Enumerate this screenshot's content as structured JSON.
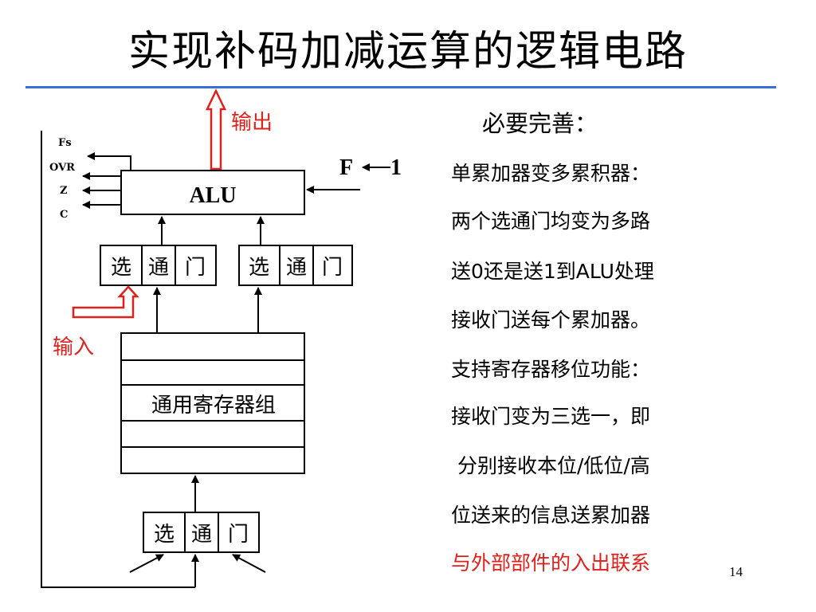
{
  "title": "实现补码加减运算的逻辑电路",
  "diagram": {
    "output_label": "输出",
    "input_label": "输入",
    "alu_label": "ALU",
    "flags": [
      "Fs",
      "OVR",
      "Z",
      "C"
    ],
    "f_label": "F",
    "one_label": "1",
    "gate_parts": [
      "选",
      "通",
      "门"
    ],
    "register_label": "通用寄存器组"
  },
  "right_panel": {
    "heading": "必要完善：",
    "lines": [
      "单累加器变多累积器：",
      "两个选通门均变为多路",
      "送0还是送1到ALU处理",
      "接收门送每个累加器。",
      "支持寄存器移位功能：",
      "接收门变为三选一，即",
      " 分别接收本位/低位/高",
      "位送来的信息送累加器",
      "与外部部件的入出联系"
    ]
  },
  "page_number": "14",
  "colors": {
    "accent": "#e0201b",
    "rule": "#3a6fd8"
  }
}
